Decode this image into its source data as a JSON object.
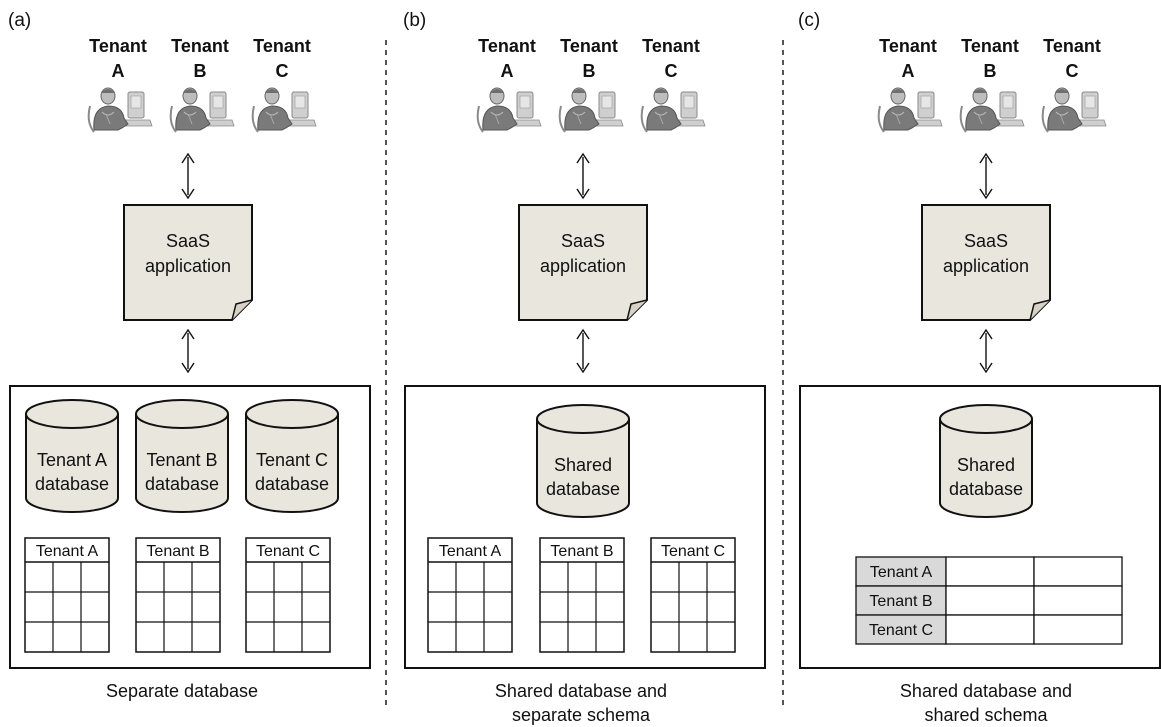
{
  "panels": [
    {
      "label": "(a)",
      "tenants": [
        {
          "line1": "Tenant",
          "line2": "A"
        },
        {
          "line1": "Tenant",
          "line2": "B"
        },
        {
          "line1": "Tenant",
          "line2": "C"
        }
      ],
      "app": {
        "line1": "SaaS",
        "line2": "application"
      },
      "databases": [
        {
          "line1": "Tenant A",
          "line2": "database"
        },
        {
          "line1": "Tenant B",
          "line2": "database"
        },
        {
          "line1": "Tenant C",
          "line2": "database"
        }
      ],
      "tables": [
        {
          "header": "Tenant A"
        },
        {
          "header": "Tenant B"
        },
        {
          "header": "Tenant C"
        }
      ],
      "caption": {
        "line1": "Separate database",
        "line2": ""
      }
    },
    {
      "label": "(b)",
      "tenants": [
        {
          "line1": "Tenant",
          "line2": "A"
        },
        {
          "line1": "Tenant",
          "line2": "B"
        },
        {
          "line1": "Tenant",
          "line2": "C"
        }
      ],
      "app": {
        "line1": "SaaS",
        "line2": "application"
      },
      "databases": [
        {
          "line1": "Shared",
          "line2": "database"
        }
      ],
      "tables": [
        {
          "header": "Tenant A"
        },
        {
          "header": "Tenant B"
        },
        {
          "header": "Tenant C"
        }
      ],
      "caption": {
        "line1": "Shared database and",
        "line2": "separate schema"
      }
    },
    {
      "label": "(c)",
      "tenants": [
        {
          "line1": "Tenant",
          "line2": "A"
        },
        {
          "line1": "Tenant",
          "line2": "B"
        },
        {
          "line1": "Tenant",
          "line2": "C"
        }
      ],
      "app": {
        "line1": "SaaS",
        "line2": "application"
      },
      "databases": [
        {
          "line1": "Shared",
          "line2": "database"
        }
      ],
      "shared_table_rows": [
        "Tenant A",
        "Tenant B",
        "Tenant C"
      ],
      "caption": {
        "line1": "Shared database and",
        "line2": "shared schema"
      }
    }
  ],
  "colors": {
    "shape_fill": "#e9e6de",
    "row_header_fill": "#d9d9d9",
    "stroke": "#111111",
    "divider": "#555555",
    "person_dark": "#6f6f6f",
    "person_light": "#bdbdbd"
  },
  "icons": {
    "tenant": "user-at-computer-icon",
    "arrow": "bidirectional-arrow-icon"
  }
}
